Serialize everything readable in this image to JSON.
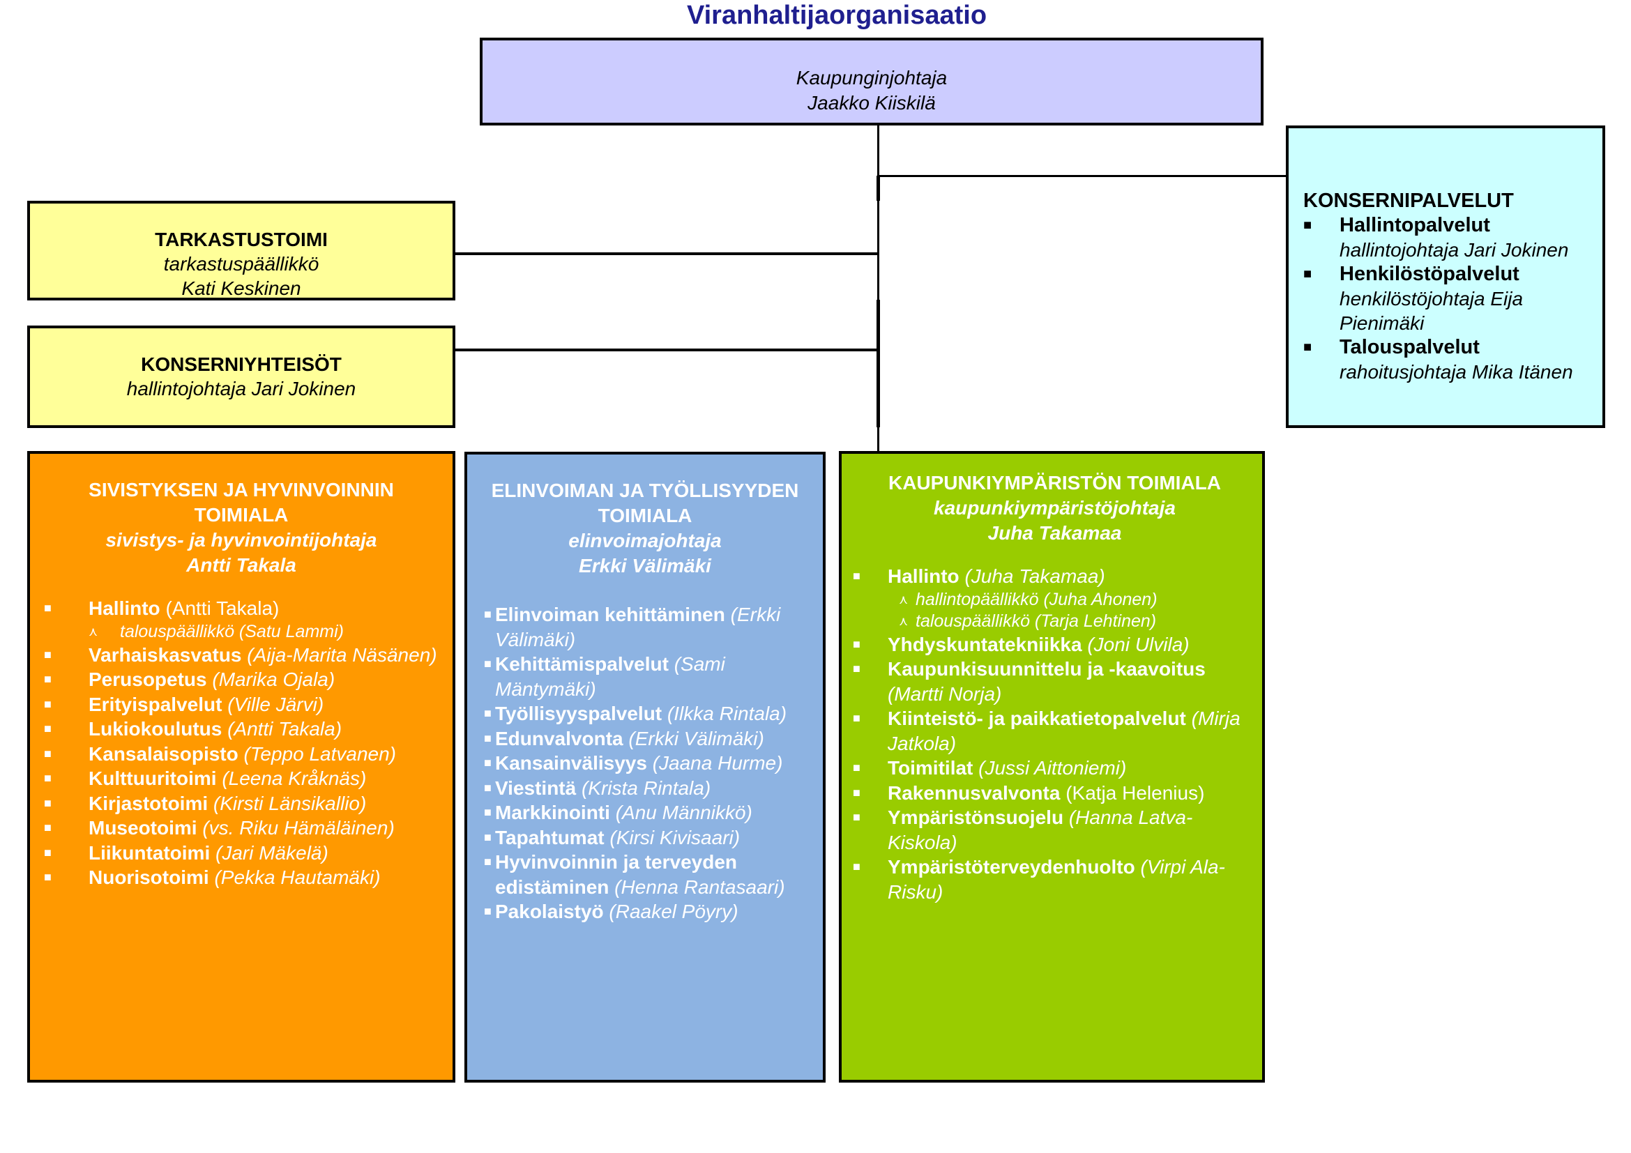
{
  "title": "Viranhaltijaorganisaatio",
  "ceo": {
    "role": "Kaupunginjohtaja",
    "name": "Jaakko Kiiskilä"
  },
  "tarkastustoimi": {
    "name": "TARKASTUSTOIMI",
    "role": "tarkastuspäällikkö",
    "person": "Kati Keskinen"
  },
  "konserniyhteisot": {
    "name": "KONSERNIYHTEISÖT",
    "role": "hallintojohtaja Jari Jokinen"
  },
  "konsernipalvelut": {
    "name": "KONSERNIPALVELUT",
    "items": [
      {
        "label": "Hallintopalvelut",
        "sub": [
          "hallintojohtaja Jari Jokinen"
        ]
      },
      {
        "label": "Henkilöstöpalvelut",
        "sub": [
          "henkilöstöjohtaja Eija",
          "Pienimäki"
        ]
      },
      {
        "label": "Talouspalvelut",
        "sub": [
          "rahoitusjohtaja Mika Itänen"
        ]
      }
    ]
  },
  "sivistys": {
    "title_line1": "SIVISTYKSEN JA HYVINVOINNIN",
    "title_line2": "TOIMIALA",
    "role": "sivistys- ja hyvinvointijohtaja",
    "person": "Antti Takala",
    "items": [
      {
        "name": "Hallinto",
        "person": "(Antti Takala)",
        "person_italic": false,
        "sub": [
          "talouspäällikkö (Satu Lammi)"
        ]
      },
      {
        "name": "Varhaiskasvatus",
        "person": "(Aija-Marita Näsänen)"
      },
      {
        "name": "Perusopetus",
        "person": "(Marika Ojala)"
      },
      {
        "name": "Erityispalvelut",
        "person": "(Ville Järvi)"
      },
      {
        "name": "Lukiokoulutus",
        "person": "(Antti Takala)"
      },
      {
        "name": "Kansalaisopisto",
        "person": "(Teppo Latvanen)"
      },
      {
        "name": "Kulttuuritoimi",
        "person": "(Leena Kråknäs)"
      },
      {
        "name": "Kirjastotoimi",
        "person": "(Kirsti Länsikallio)"
      },
      {
        "name": "Museotoimi",
        "person": "(vs. Riku Hämäläinen)"
      },
      {
        "name": "Liikuntatoimi",
        "person": "(Jari Mäkelä)"
      },
      {
        "name": "Nuorisotoimi",
        "person": "(Pekka Hautamäki)"
      }
    ]
  },
  "elinvoima": {
    "title_line1": "ELINVOIMAN JA TYÖLLISYYDEN",
    "title_line2": "TOIMIALA",
    "role": "elinvoimajohtaja",
    "person": "Erkki Välimäki",
    "items": [
      {
        "name": "Elinvoiman kehittäminen",
        "person": "(Erkki Välimäki)"
      },
      {
        "name": "Kehittämispalvelut",
        "person": "(Sami Mäntymäki)"
      },
      {
        "name": "Työllisyyspalvelut",
        "person": "(Ilkka Rintala)"
      },
      {
        "name": "Edunvalvonta",
        "person": "(Erkki Välimäki)"
      },
      {
        "name": "Kansainvälisyys",
        "person": "(Jaana Hurme)"
      },
      {
        "name": "Viestintä",
        "person": "(Krista Rintala)"
      },
      {
        "name": "Markkinointi",
        "person": "(Anu Männikkö)"
      },
      {
        "name": "Tapahtumat",
        "person": "(Kirsi Kivisaari)"
      },
      {
        "name": "Hyvinvoinnin ja terveyden edistäminen",
        "person": "(Henna Rantasaari)"
      },
      {
        "name": "Pakolaistyö",
        "person": "(Raakel Pöyry)"
      }
    ]
  },
  "kaupunkiymparisto": {
    "title_line1": "KAUPUNKIYMPÄRISTÖN TOIMIALA",
    "role": "kaupunkiympäristöjohtaja",
    "person": "Juha Takamaa",
    "items": [
      {
        "name": "Hallinto",
        "person": "(Juha Takamaa)",
        "sub": [
          "hallintopäällikkö (Juha Ahonen)",
          "talouspäällikkö (Tarja Lehtinen)"
        ]
      },
      {
        "name": "Yhdyskuntatekniikka",
        "person": "(Joni Ulvila)"
      },
      {
        "name": "Kaupunkisuunnittelu ja -kaavoitus",
        "person": "(Martti Norja)"
      },
      {
        "name": "Kiinteistö- ja paikkatietopalvelut",
        "person": "(Mirja Jatkola)"
      },
      {
        "name": "Toimitilat",
        "person": "(Jussi Aittoniemi)"
      },
      {
        "name": "Rakennusvalvonta",
        "person": "(Katja Helenius)",
        "person_italic": false
      },
      {
        "name": "Ympäristönsuojelu",
        "person": "(Hanna Latva-Kiskola)"
      },
      {
        "name": "Ympäristöterveydenhuolto",
        "person": "(Virpi Ala-Risku)"
      }
    ]
  },
  "icons": {
    "bullet": "square-bullet",
    "sub_bullet": "arrow-up-bullet"
  },
  "colors": {
    "ceo": "#ccccff",
    "staff": "#ffff99",
    "konsernipalvelut": "#ccffff",
    "sivistys": "#ff9900",
    "elinvoima": "#8db3e2",
    "kaupunkiymparisto": "#99cc00",
    "title": "#1f1f8f"
  }
}
